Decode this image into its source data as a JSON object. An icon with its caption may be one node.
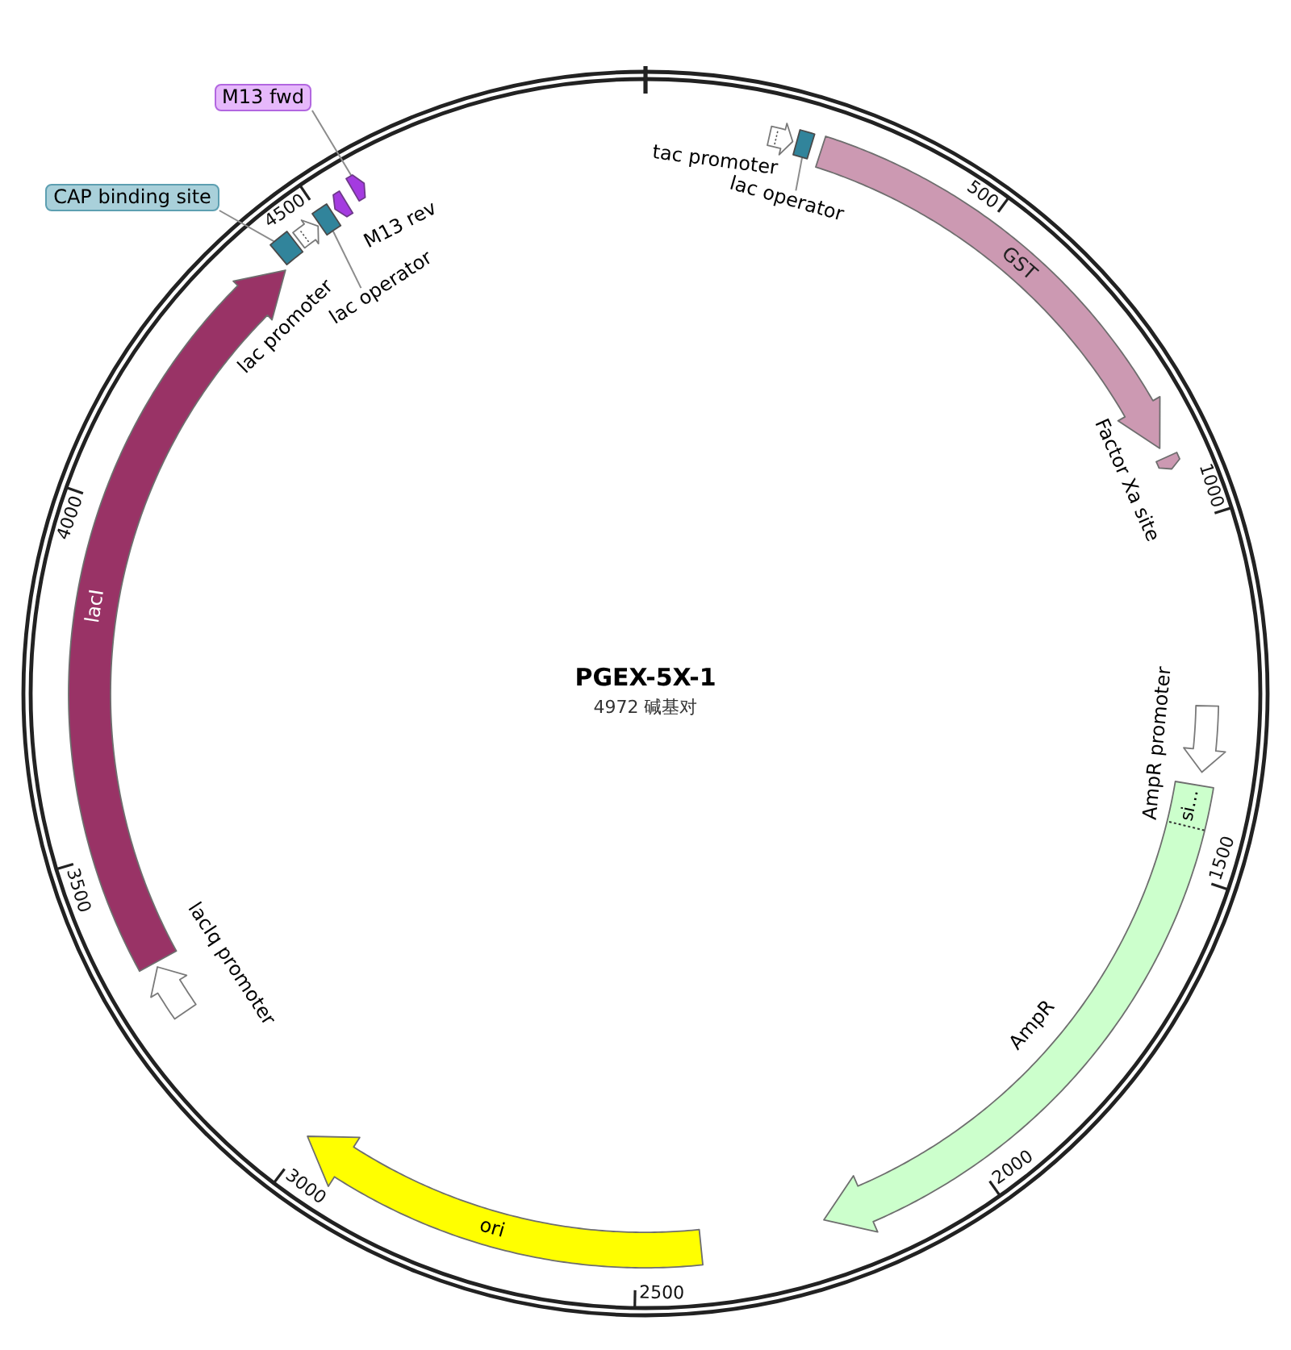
{
  "diagram": {
    "title": "PGEX-5X-1",
    "nodes": [
      {
        "text": [
          "tac promoter"
        ]
      },
      {
        "text": [
          "lac operator"
        ]
      },
      {
        "text": [],
        "shape": "box"
      },
      {
        "text": [
          "GST"
        ]
      },
      {
        "text": [
          "Factor Xa site"
        ]
      },
      {
        "text": [
          "AmpR promoter"
        ]
      },
      {
        "text": [
          "AmpR"
        ]
      },
      {
        "text": [
          "si…"
        ],
        "in": 6
      },
      {
        "text": [
          "ori"
        ]
      },
      {
        "text": [
          "lacIq promoter"
        ]
      },
      {
        "text": [
          "lacI"
        ]
      },
      {
        "text": [
          "CAP binding site"
        ]
      },
      {
        "text": [],
        "shape": "box"
      },
      {
        "text": [
          "lac promoter"
        ]
      },
      {
        "text": [
          "lac operator"
        ]
      },
      {
        "text": [],
        "shape": "box"
      },
      {
        "text": [
          "M13 rev"
        ]
      },
      {
        "text": [
          "M13 fwd"
        ]
      },
      {
        "text": [],
        "shape": "arrow"
      }
    ],
    "edges": [
      {
        "from": 1,
        "to": 2,
        "arrow": "none"
      },
      {
        "from": 11,
        "to": 12,
        "arrow": "none"
      },
      {
        "from": 14,
        "to": 15,
        "arrow": "none"
      },
      {
        "from": 17,
        "to": 18,
        "arrow": "none"
      }
    ],
    "labels": [
      "4972 碱基对",
      "500",
      "1000",
      "1500",
      "2000",
      "2500",
      "3000",
      "3500",
      "4000",
      "4500"
    ]
  }
}
